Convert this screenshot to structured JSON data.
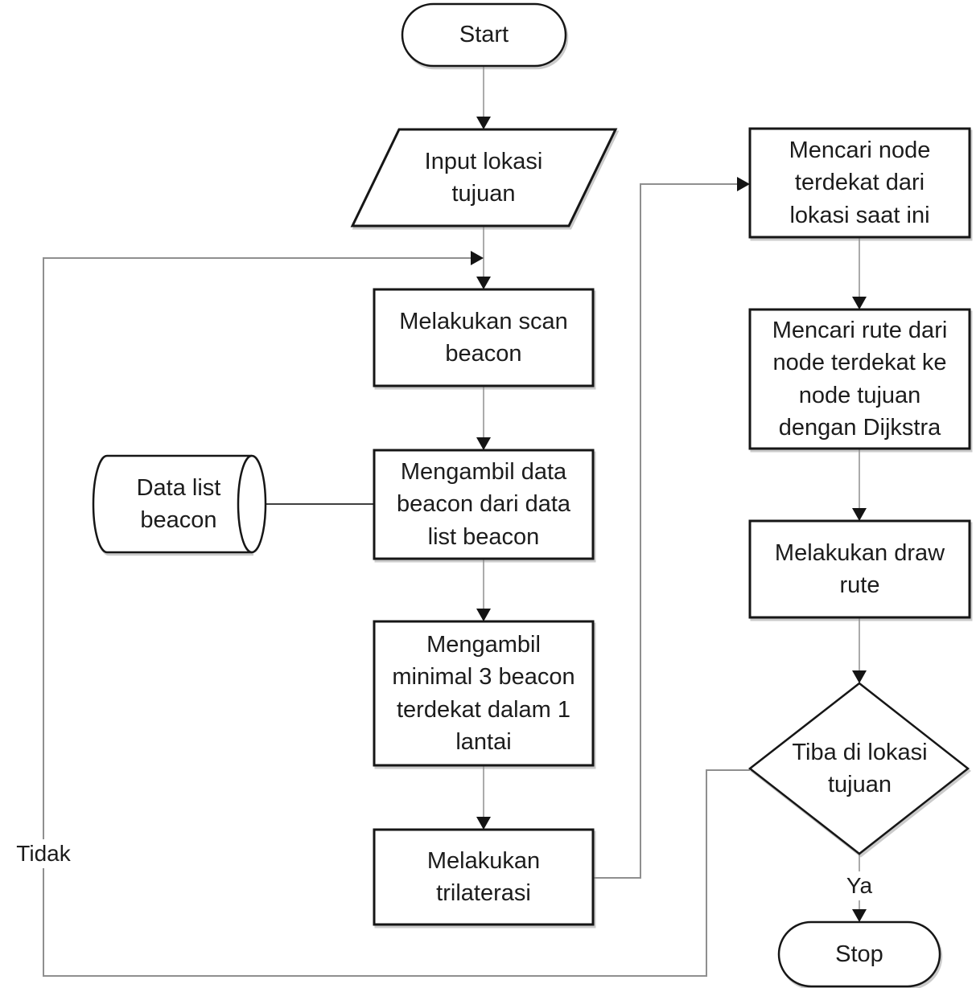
{
  "diagram": {
    "type": "flowchart",
    "colors": {
      "background": "#ffffff",
      "shape_border": "#161616",
      "shape_fill": "#ffffff",
      "connector": "#ababab",
      "loop_connector": "#8f8f8f",
      "cylinder_connector": "#3f3f3f",
      "arrowhead": "#141414",
      "text": "#1c1c1c"
    },
    "nodes": {
      "start": {
        "type": "terminator",
        "label": [
          "Start"
        ]
      },
      "input_lokasi": {
        "type": "input-output",
        "label": [
          "Input lokasi",
          "tujuan"
        ]
      },
      "scan_beacon": {
        "type": "process",
        "label": [
          "Melakukan scan",
          "beacon"
        ]
      },
      "ambil_data": {
        "type": "process",
        "label": [
          "Mengambil data",
          "beacon dari data",
          "list beacon"
        ]
      },
      "data_list_beacon": {
        "type": "stored-data",
        "label": [
          "Data list",
          "beacon"
        ]
      },
      "ambil_minimal": {
        "type": "process",
        "label": [
          "Mengambil",
          "minimal 3 beacon",
          "terdekat dalam 1",
          "lantai"
        ]
      },
      "trilaterasi": {
        "type": "process",
        "label": [
          "Melakukan",
          "trilaterasi"
        ]
      },
      "mencari_node": {
        "type": "process",
        "label": [
          "Mencari node",
          "terdekat dari",
          "lokasi saat ini"
        ]
      },
      "mencari_rute": {
        "type": "process",
        "label": [
          "Mencari rute dari",
          "node terdekat ke",
          "node tujuan",
          "dengan Dijkstra"
        ]
      },
      "draw_rute": {
        "type": "process",
        "label": [
          "Melakukan draw",
          "rute"
        ]
      },
      "tiba_decision": {
        "type": "decision",
        "label": [
          "Tiba di lokasi",
          "tujuan"
        ]
      },
      "stop": {
        "type": "terminator",
        "label": [
          "Stop"
        ]
      }
    },
    "edge_labels": {
      "ya": "Ya",
      "tidak": "Tidak"
    }
  }
}
